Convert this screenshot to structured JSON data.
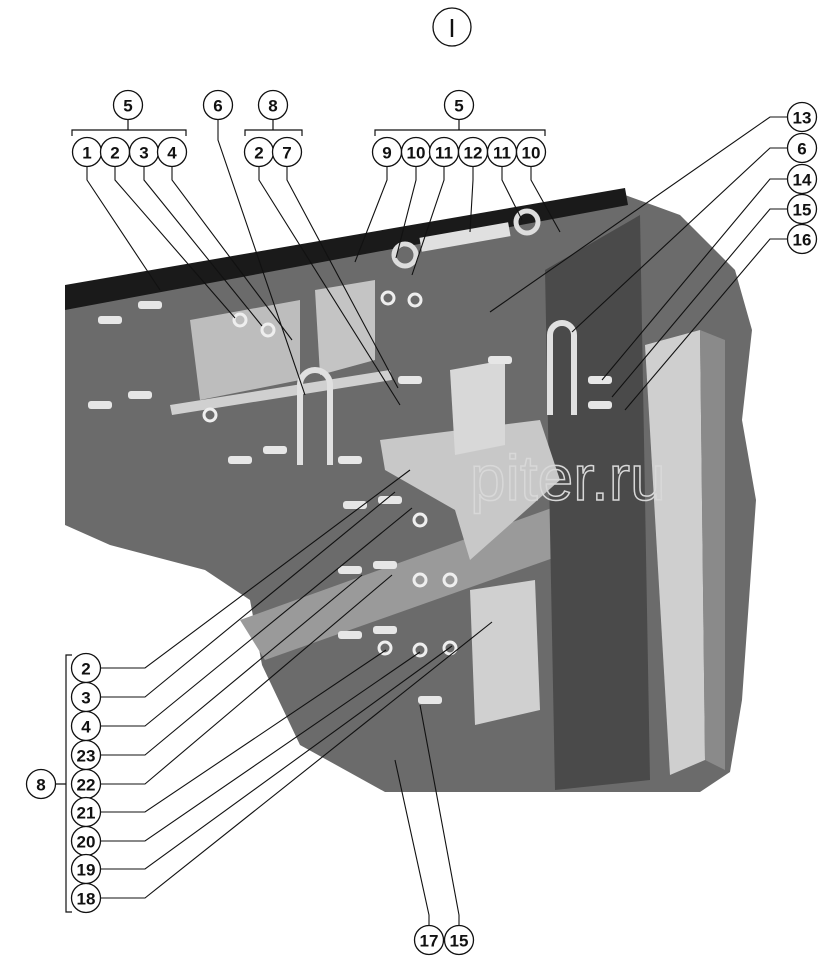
{
  "view_label": "I",
  "watermark": "piter.ru",
  "top_groups": [
    {
      "group": "5",
      "items": [
        "1",
        "2",
        "3",
        "4"
      ]
    },
    {
      "group": "6",
      "items": []
    },
    {
      "group": "8",
      "items": [
        "2",
        "7"
      ]
    },
    {
      "group": "5",
      "items": [
        "9",
        "10",
        "11",
        "12",
        "11",
        "10"
      ]
    }
  ],
  "right_labels": [
    "13",
    "6",
    "14",
    "15",
    "16"
  ],
  "left_group": {
    "group": "8",
    "items": [
      "2",
      "3",
      "4",
      "23",
      "22",
      "21",
      "20",
      "19",
      "18"
    ]
  },
  "bottom_labels": [
    "17",
    "15"
  ],
  "colors": {
    "body": "#6b6b6b",
    "beam": "#1a1a1a",
    "part": "#c8c8c8"
  }
}
